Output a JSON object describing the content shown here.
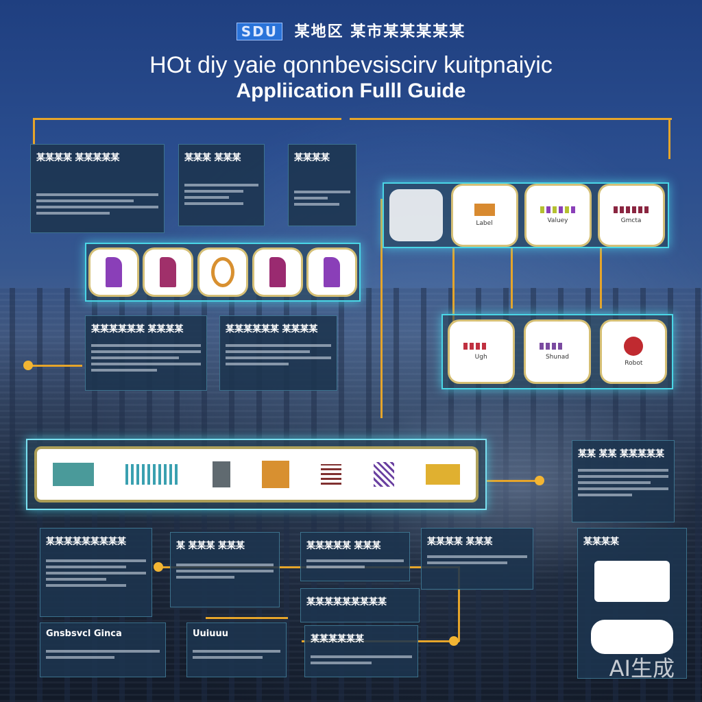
{
  "header": {
    "badge": "SDU",
    "banner": "某地区 某市某某某某某",
    "title_line1": "HOt diy yaie qonnbevsiscirv kuitpnaiyic",
    "title_line2": "Appliication Fulll Guide"
  },
  "panels": {
    "p1": {
      "title": "某某某某 某某某某某"
    },
    "p2": {
      "title": "某某某 某某某"
    },
    "p3": {
      "title": "某某某某"
    },
    "p4": {
      "title": "某某某某某某 某某某某"
    },
    "p5": {
      "title": "某某某某某某 某某某某"
    },
    "p6": {
      "title": "某某 某某 某某某某某"
    },
    "p7": {
      "title": "某某某某某某某某某"
    },
    "p8": {
      "title": "某 某某某 某某某"
    },
    "p9": {
      "title": "某某某某某 某某某"
    },
    "p10": {
      "title": "某某某某 某某某"
    },
    "p11": {
      "title": "某某某某"
    },
    "p12": {
      "title": "Gnsbsvcl Ginca"
    },
    "p13": {
      "title": "Uuiuuu"
    },
    "p14": {
      "title": "某某某某某某某某某"
    },
    "p15": {
      "title": "某某某某某某"
    }
  },
  "strip_right_top": {
    "labels": [
      "Label",
      "Valuey",
      "Gmcta"
    ]
  },
  "strip_right_mid": {
    "labels": [
      "Ugh",
      "Shunad",
      "Robot"
    ]
  },
  "watermark": "AI生成"
}
